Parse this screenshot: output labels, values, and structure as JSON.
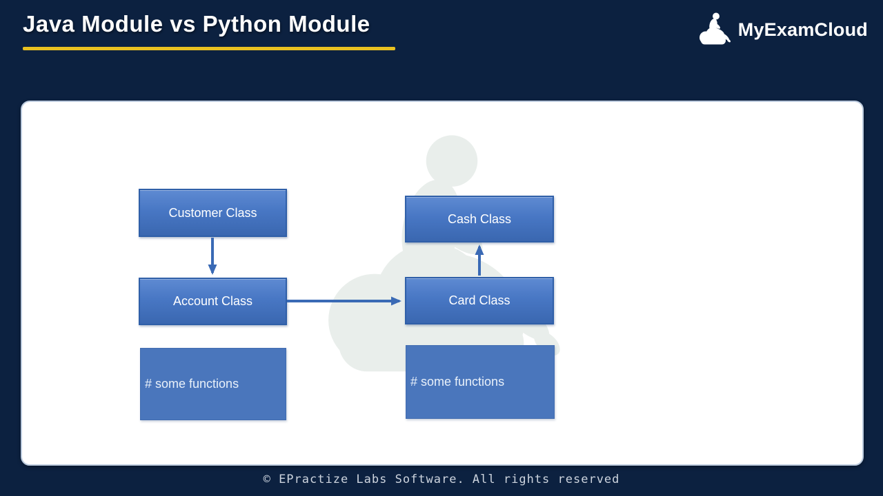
{
  "header": {
    "title": "Java Module vs Python Module",
    "brand": "MyExamCloud"
  },
  "diagram": {
    "nodes": [
      {
        "id": "customer-class",
        "label": "Customer Class"
      },
      {
        "id": "account-class",
        "label": "Account Class"
      },
      {
        "id": "java-some-functions",
        "label": "# some functions"
      },
      {
        "id": "cash-class",
        "label": "Cash Class"
      },
      {
        "id": "card-class",
        "label": "Card Class"
      },
      {
        "id": "python-some-functions",
        "label": "# some functions"
      }
    ],
    "edges": [
      {
        "from": "Customer Class",
        "to": "Account Class",
        "direction": "down"
      },
      {
        "from": "Account Class",
        "to": "Card Class",
        "direction": "right"
      },
      {
        "from": "Card Class",
        "to": "Cash Class",
        "direction": "up"
      }
    ]
  },
  "footer": {
    "copyright": "© EPractize Labs Software. All rights reserved"
  },
  "colors": {
    "background": "#0c2140",
    "title_underline": "#e9c120",
    "node_fill_top": "#5e8ad2",
    "node_fill_bottom": "#3a67b0",
    "node_border": "#2f5fa8",
    "functions_fill": "#4a76bc",
    "arrow": "#3a6ab5",
    "card_background": "#ffffff",
    "watermark": "#e9eeeb",
    "footer_text": "#cdd4de"
  }
}
